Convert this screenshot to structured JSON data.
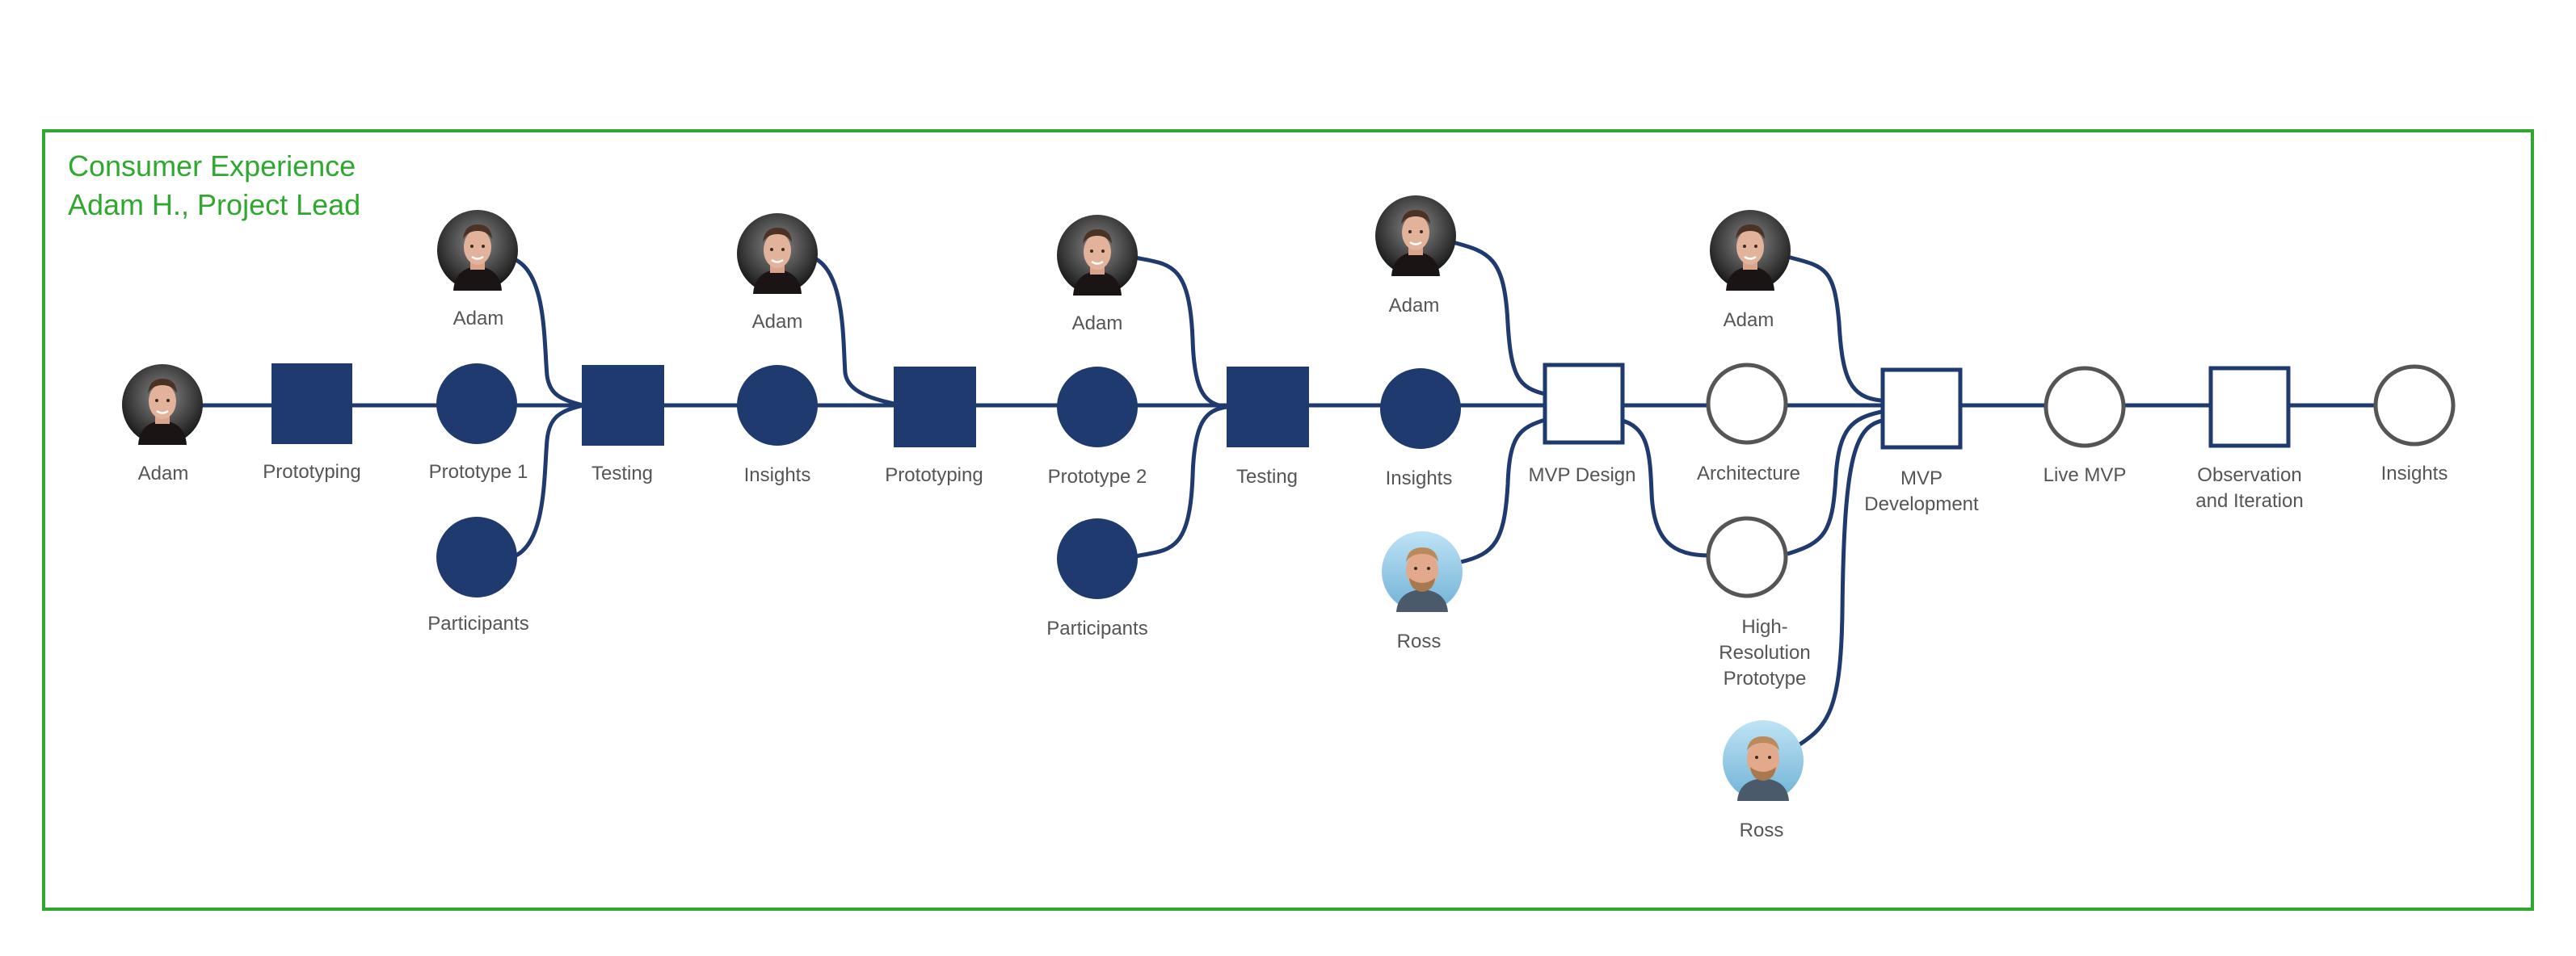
{
  "frame": {
    "title_line1": "Consumer Experience",
    "title_line2": "Adam H., Project Lead",
    "color": "#2ea82e"
  },
  "colors": {
    "node_dark": "#1f3a6e",
    "node_hollow_stroke": "#555555",
    "label": "#555555"
  },
  "nodes": {
    "adam_start": {
      "label": "Adam",
      "kind": "photo-adam"
    },
    "prototyping_1": {
      "label": "Prototyping",
      "kind": "filled-square"
    },
    "prototype_1": {
      "label": "Prototype 1",
      "kind": "filled-circle"
    },
    "adam_2": {
      "label": "Adam",
      "kind": "photo-adam"
    },
    "participants_1": {
      "label": "Participants",
      "kind": "filled-circle"
    },
    "testing_1": {
      "label": "Testing",
      "kind": "filled-square"
    },
    "adam_3": {
      "label": "Adam",
      "kind": "photo-adam"
    },
    "insights_1": {
      "label": "Insights",
      "kind": "filled-circle"
    },
    "prototyping_2": {
      "label": "Prototyping",
      "kind": "filled-square"
    },
    "adam_4": {
      "label": "Adam",
      "kind": "photo-adam"
    },
    "prototype_2": {
      "label": "Prototype 2",
      "kind": "filled-circle"
    },
    "participants_2": {
      "label": "Participants",
      "kind": "filled-circle"
    },
    "testing_2": {
      "label": "Testing",
      "kind": "filled-square"
    },
    "adam_5": {
      "label": "Adam",
      "kind": "photo-adam"
    },
    "insights_2": {
      "label": "Insights",
      "kind": "filled-circle"
    },
    "ross_1": {
      "label": "Ross",
      "kind": "photo-ross"
    },
    "mvp_design": {
      "label": "MVP Design",
      "kind": "hollow-square"
    },
    "adam_6": {
      "label": "Adam",
      "kind": "photo-adam"
    },
    "architecture": {
      "label": "Architecture",
      "kind": "hollow-circle"
    },
    "hires_prototype": {
      "label_lines": [
        "High-",
        "Resolution",
        "Prototype"
      ],
      "kind": "hollow-circle"
    },
    "ross_2": {
      "label": "Ross",
      "kind": "photo-ross"
    },
    "mvp_development": {
      "label_lines": [
        "MVP",
        "Development"
      ],
      "kind": "hollow-square"
    },
    "live_mvp": {
      "label": "Live MVP",
      "kind": "hollow-circle"
    },
    "observation": {
      "label_lines": [
        "Observation",
        "and Iteration"
      ],
      "kind": "hollow-square"
    },
    "insights_3": {
      "label": "Insights",
      "kind": "hollow-circle"
    }
  }
}
